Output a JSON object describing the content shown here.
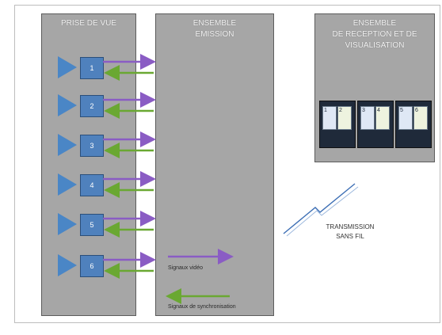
{
  "panels": {
    "capture": {
      "title": "PRISE DE VUE"
    },
    "emission": {
      "title_line1": "ENSEMBLE",
      "title_line2": "EMISSION"
    },
    "reception": {
      "title_line1": "ENSEMBLE",
      "title_line2": "DE RECEPTION ET DE",
      "title_line3": "VISUALISATION"
    }
  },
  "cameras": [
    "1",
    "2",
    "3",
    "4",
    "5",
    "6"
  ],
  "screens": [
    {
      "left": "1",
      "right": "2"
    },
    {
      "left": "3",
      "right": "4"
    },
    {
      "left": "5",
      "right": "6"
    }
  ],
  "legend": {
    "video": "Signaux vidéo",
    "sync": "Signaux de synchronisation"
  },
  "transmission": {
    "line1": "TRANSMISSION",
    "line2": "SANS FIL"
  },
  "colors": {
    "video_arrow": "#8a5cc4",
    "sync_arrow": "#6aa832",
    "panel_fill": "#a6a6a6",
    "camera": "#4f81bd"
  }
}
